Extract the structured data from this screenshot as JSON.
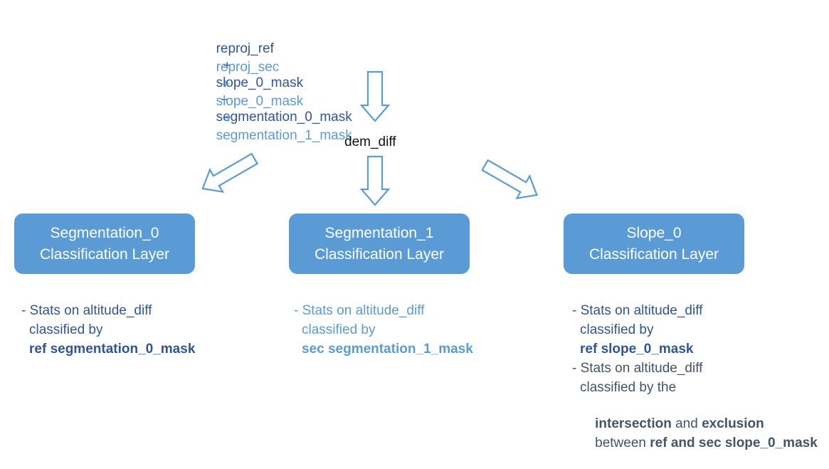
{
  "inputs": {
    "ref": {
      "a": "reproj_ref",
      "p1": "+",
      "b": "slope_0_mask",
      "p2": "+",
      "c": "segmentation_0_mask"
    },
    "sec": {
      "a": "reproj_sec",
      "p1": "+",
      "b": "slope_0_mask",
      "p2": "+",
      "c": "segmentation_1_mask"
    }
  },
  "dem_diff": "dem_diff",
  "boxes": [
    {
      "line1": "Segmentation_0",
      "line2": "Classification Layer"
    },
    {
      "line1": "Segmentation_1",
      "line2": "Classification Layer"
    },
    {
      "line1": "Slope_0",
      "line2": "Classification Layer"
    }
  ],
  "stats": {
    "seg0": {
      "l1": "- Stats on altitude_diff",
      "l2": "classified by",
      "l3": "ref segmentation_0_mask"
    },
    "seg1": {
      "l1": "- Stats on altitude_diff",
      "l2": "classified by",
      "l3": "sec segmentation_1_mask"
    },
    "slope": {
      "l1": "- Stats on altitude_diff",
      "l2": "classified by",
      "l3": "ref slope_0_mask",
      "l4": "- Stats on altitude_diff",
      "l5": "classified by the",
      "l6a": "intersection",
      "l6b": " and ",
      "l6c": "exclusion",
      "l7a": "between ",
      "l7b": "ref and sec slope_0_mask"
    }
  },
  "colors": {
    "dark_blue": "#2f5597",
    "light_blue": "#5b9bd5",
    "box_fill": "#5b9bd5"
  }
}
